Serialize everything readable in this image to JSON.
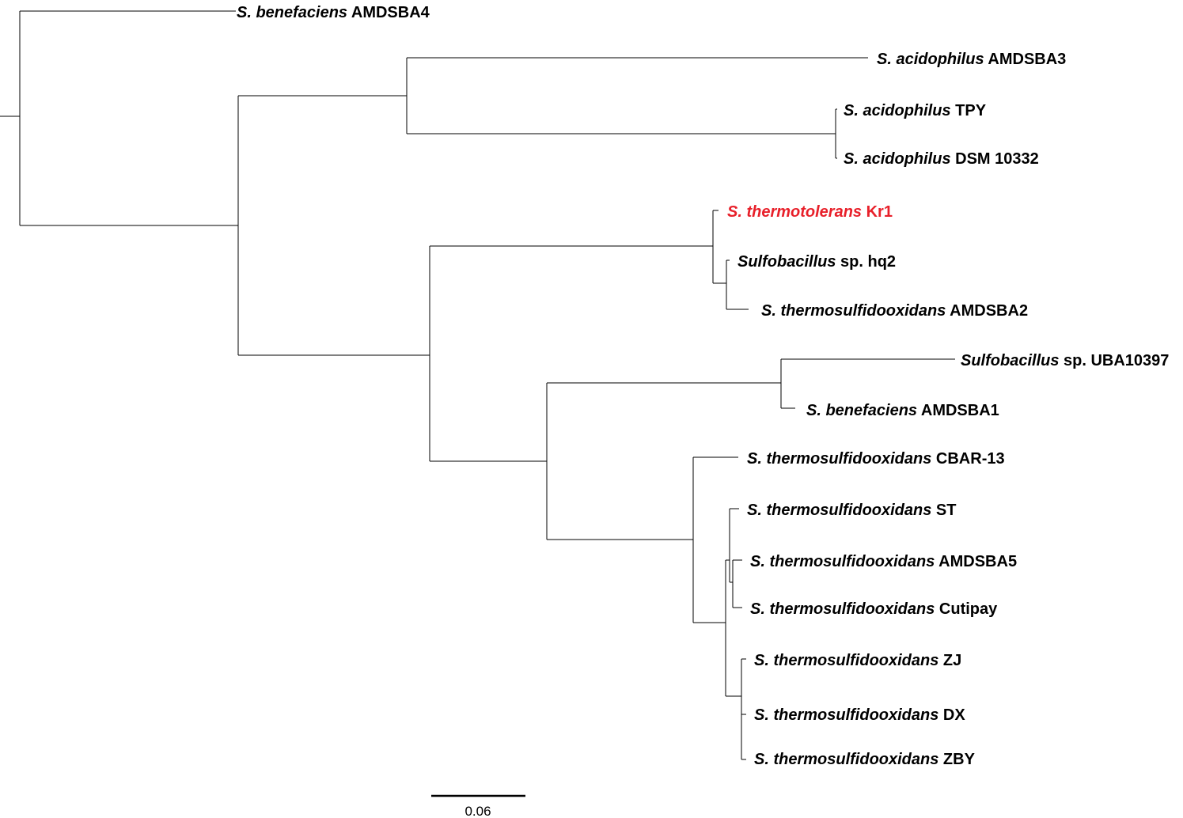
{
  "tree": {
    "root_label": "",
    "colors": {
      "branch": "#000000",
      "highlight": "#e8202a"
    },
    "leaves": [
      {
        "id": "l1",
        "genus": "S. benefaciens",
        "strain": "AMDSBA4",
        "highlight": false
      },
      {
        "id": "l2",
        "genus": "S. acidophilus",
        "strain": "AMDSBA3",
        "highlight": false
      },
      {
        "id": "l3",
        "genus": "S. acidophilus",
        "strain": "TPY",
        "highlight": false
      },
      {
        "id": "l4",
        "genus": "S. acidophilus",
        "strain": "DSM 10332",
        "highlight": false
      },
      {
        "id": "l5",
        "genus": "S. thermotolerans",
        "strain": "Kr1",
        "highlight": true
      },
      {
        "id": "l6",
        "genus": "Sulfobacillus",
        "strain": "sp. hq2",
        "highlight": false
      },
      {
        "id": "l7",
        "genus": "S. thermosulfidooxidans",
        "strain": "AMDSBA2",
        "highlight": false
      },
      {
        "id": "l8",
        "genus": "Sulfobacillus",
        "strain": "sp. UBA10397",
        "highlight": false
      },
      {
        "id": "l9",
        "genus": "S. benefaciens",
        "strain": "AMDSBA1",
        "highlight": false
      },
      {
        "id": "l10",
        "genus": "S. thermosulfidooxidans",
        "strain": "CBAR-13",
        "highlight": false
      },
      {
        "id": "l11",
        "genus": "S. thermosulfidooxidans",
        "strain": "ST",
        "highlight": false
      },
      {
        "id": "l12",
        "genus": "S. thermosulfidooxidans",
        "strain": "AMDSBA5",
        "highlight": false
      },
      {
        "id": "l13",
        "genus": "S. thermosulfidooxidans",
        "strain": "Cutipay",
        "highlight": false
      },
      {
        "id": "l14",
        "genus": "S. thermosulfidooxidans",
        "strain": "ZJ",
        "highlight": false
      },
      {
        "id": "l15",
        "genus": "S. thermosulfidooxidans",
        "strain": "DX",
        "highlight": false
      },
      {
        "id": "l16",
        "genus": "S. thermosulfidooxidans",
        "strain": "ZBY",
        "highlight": false
      }
    ],
    "scale": {
      "label": "0.06"
    }
  }
}
